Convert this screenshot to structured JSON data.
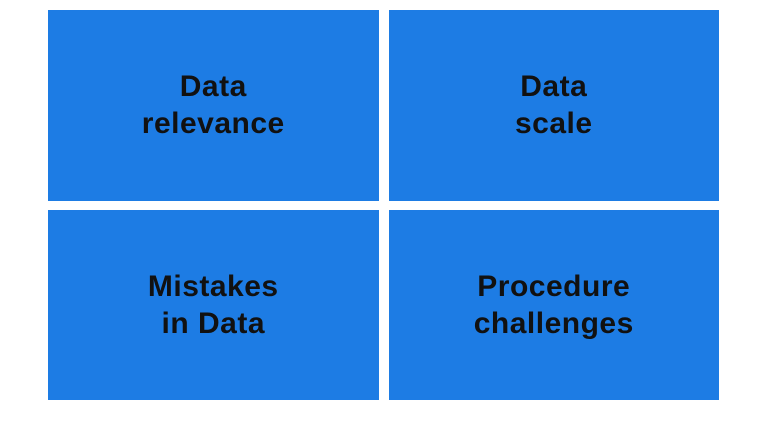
{
  "slide": {
    "background_color": "#ffffff",
    "box_color": "#1d7ce4",
    "text_color": "#111111",
    "boxes": [
      {
        "id": "data-relevance",
        "line1": "Data",
        "line2": "relevance"
      },
      {
        "id": "data-scale",
        "line1": "Data",
        "line2": "scale"
      },
      {
        "id": "mistakes-in-data",
        "line1": "Mistakes",
        "line2": "in Data"
      },
      {
        "id": "procedure-challenges",
        "line1": "Procedure",
        "line2": "challenges"
      }
    ]
  }
}
